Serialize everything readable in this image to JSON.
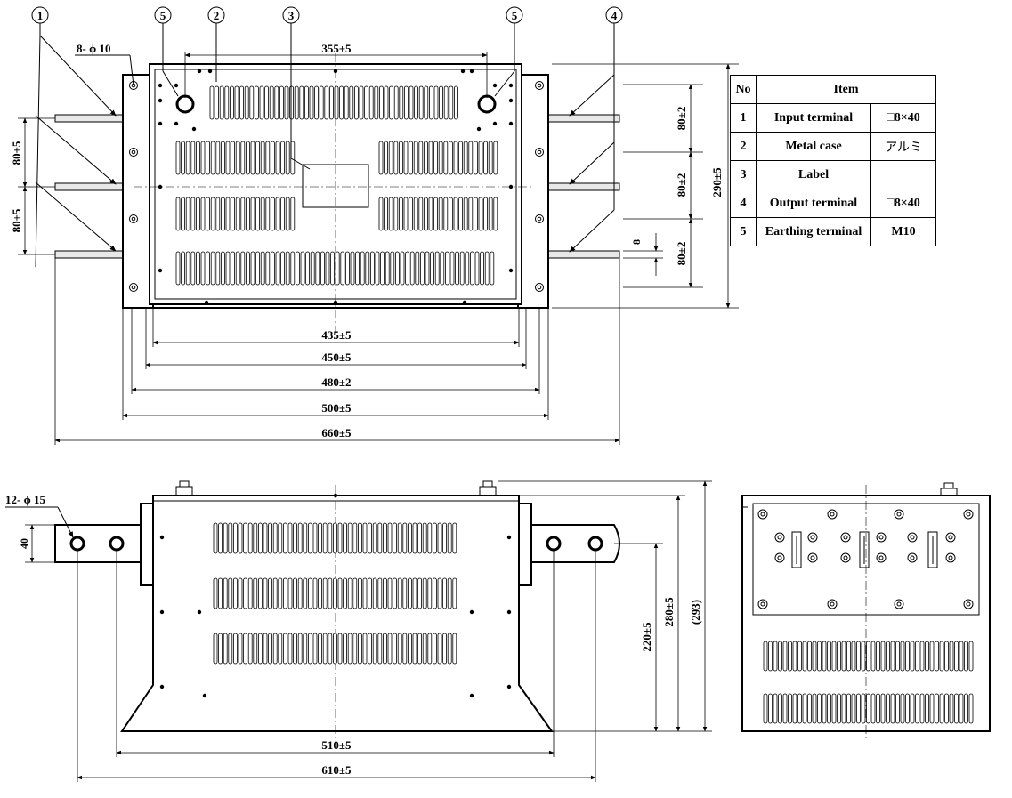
{
  "table": {
    "header": {
      "no": "No",
      "item": "Item"
    },
    "rows": [
      {
        "no": "1",
        "item": "Input terminal",
        "spec": "□8×40"
      },
      {
        "no": "2",
        "item": "Metal case",
        "spec": "アルミ"
      },
      {
        "no": "3",
        "item": "Label",
        "spec": ""
      },
      {
        "no": "4",
        "item": "Output terminal",
        "spec": "□8×40"
      },
      {
        "no": "5",
        "item": "Earthing terminal",
        "spec": "M10"
      }
    ]
  },
  "callouts": {
    "c1": "1",
    "c2": "2",
    "c3": "3",
    "c4": "4",
    "c5": "5"
  },
  "top_view": {
    "holes_note": "8- ϕ 10",
    "dim_355": "355±5",
    "dim_435": "435±5",
    "dim_450": "450±5",
    "dim_480": "480±2",
    "dim_500": "500±5",
    "dim_660": "660±5",
    "dim_left_80a": "80±5",
    "dim_left_80b": "80±5",
    "dim_right_80a": "80±2",
    "dim_right_80b": "80±2",
    "dim_right_80c": "80±2",
    "dim_8": "8",
    "dim_290": "290±5"
  },
  "front_view": {
    "holes_note": "12- ϕ 15",
    "dim_40": "40",
    "dim_220": "220±5",
    "dim_280": "280±5",
    "dim_293": "(293)",
    "dim_510": "510±5",
    "dim_610": "610±5"
  }
}
